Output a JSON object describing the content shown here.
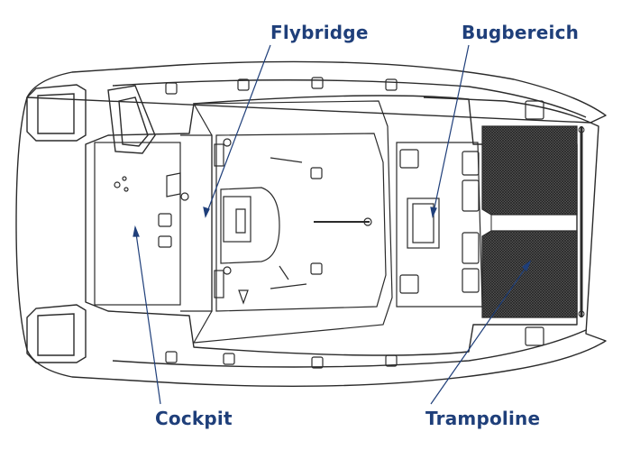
{
  "colors": {
    "label": "#1f3f7a",
    "pointer": "#1f3f7a",
    "outline": "#2b2b2b",
    "trampoline_mesh": "#3a3a3a",
    "background": "#ffffff"
  },
  "labels": {
    "flybridge": "Flybridge",
    "bugbereich": "Bugbereich",
    "cockpit": "Cockpit",
    "trampoline": "Trampoline"
  },
  "icons": {
    "hatch": "square-hatch-icon",
    "winch": "winch-icon",
    "mast": "mast-icon"
  }
}
